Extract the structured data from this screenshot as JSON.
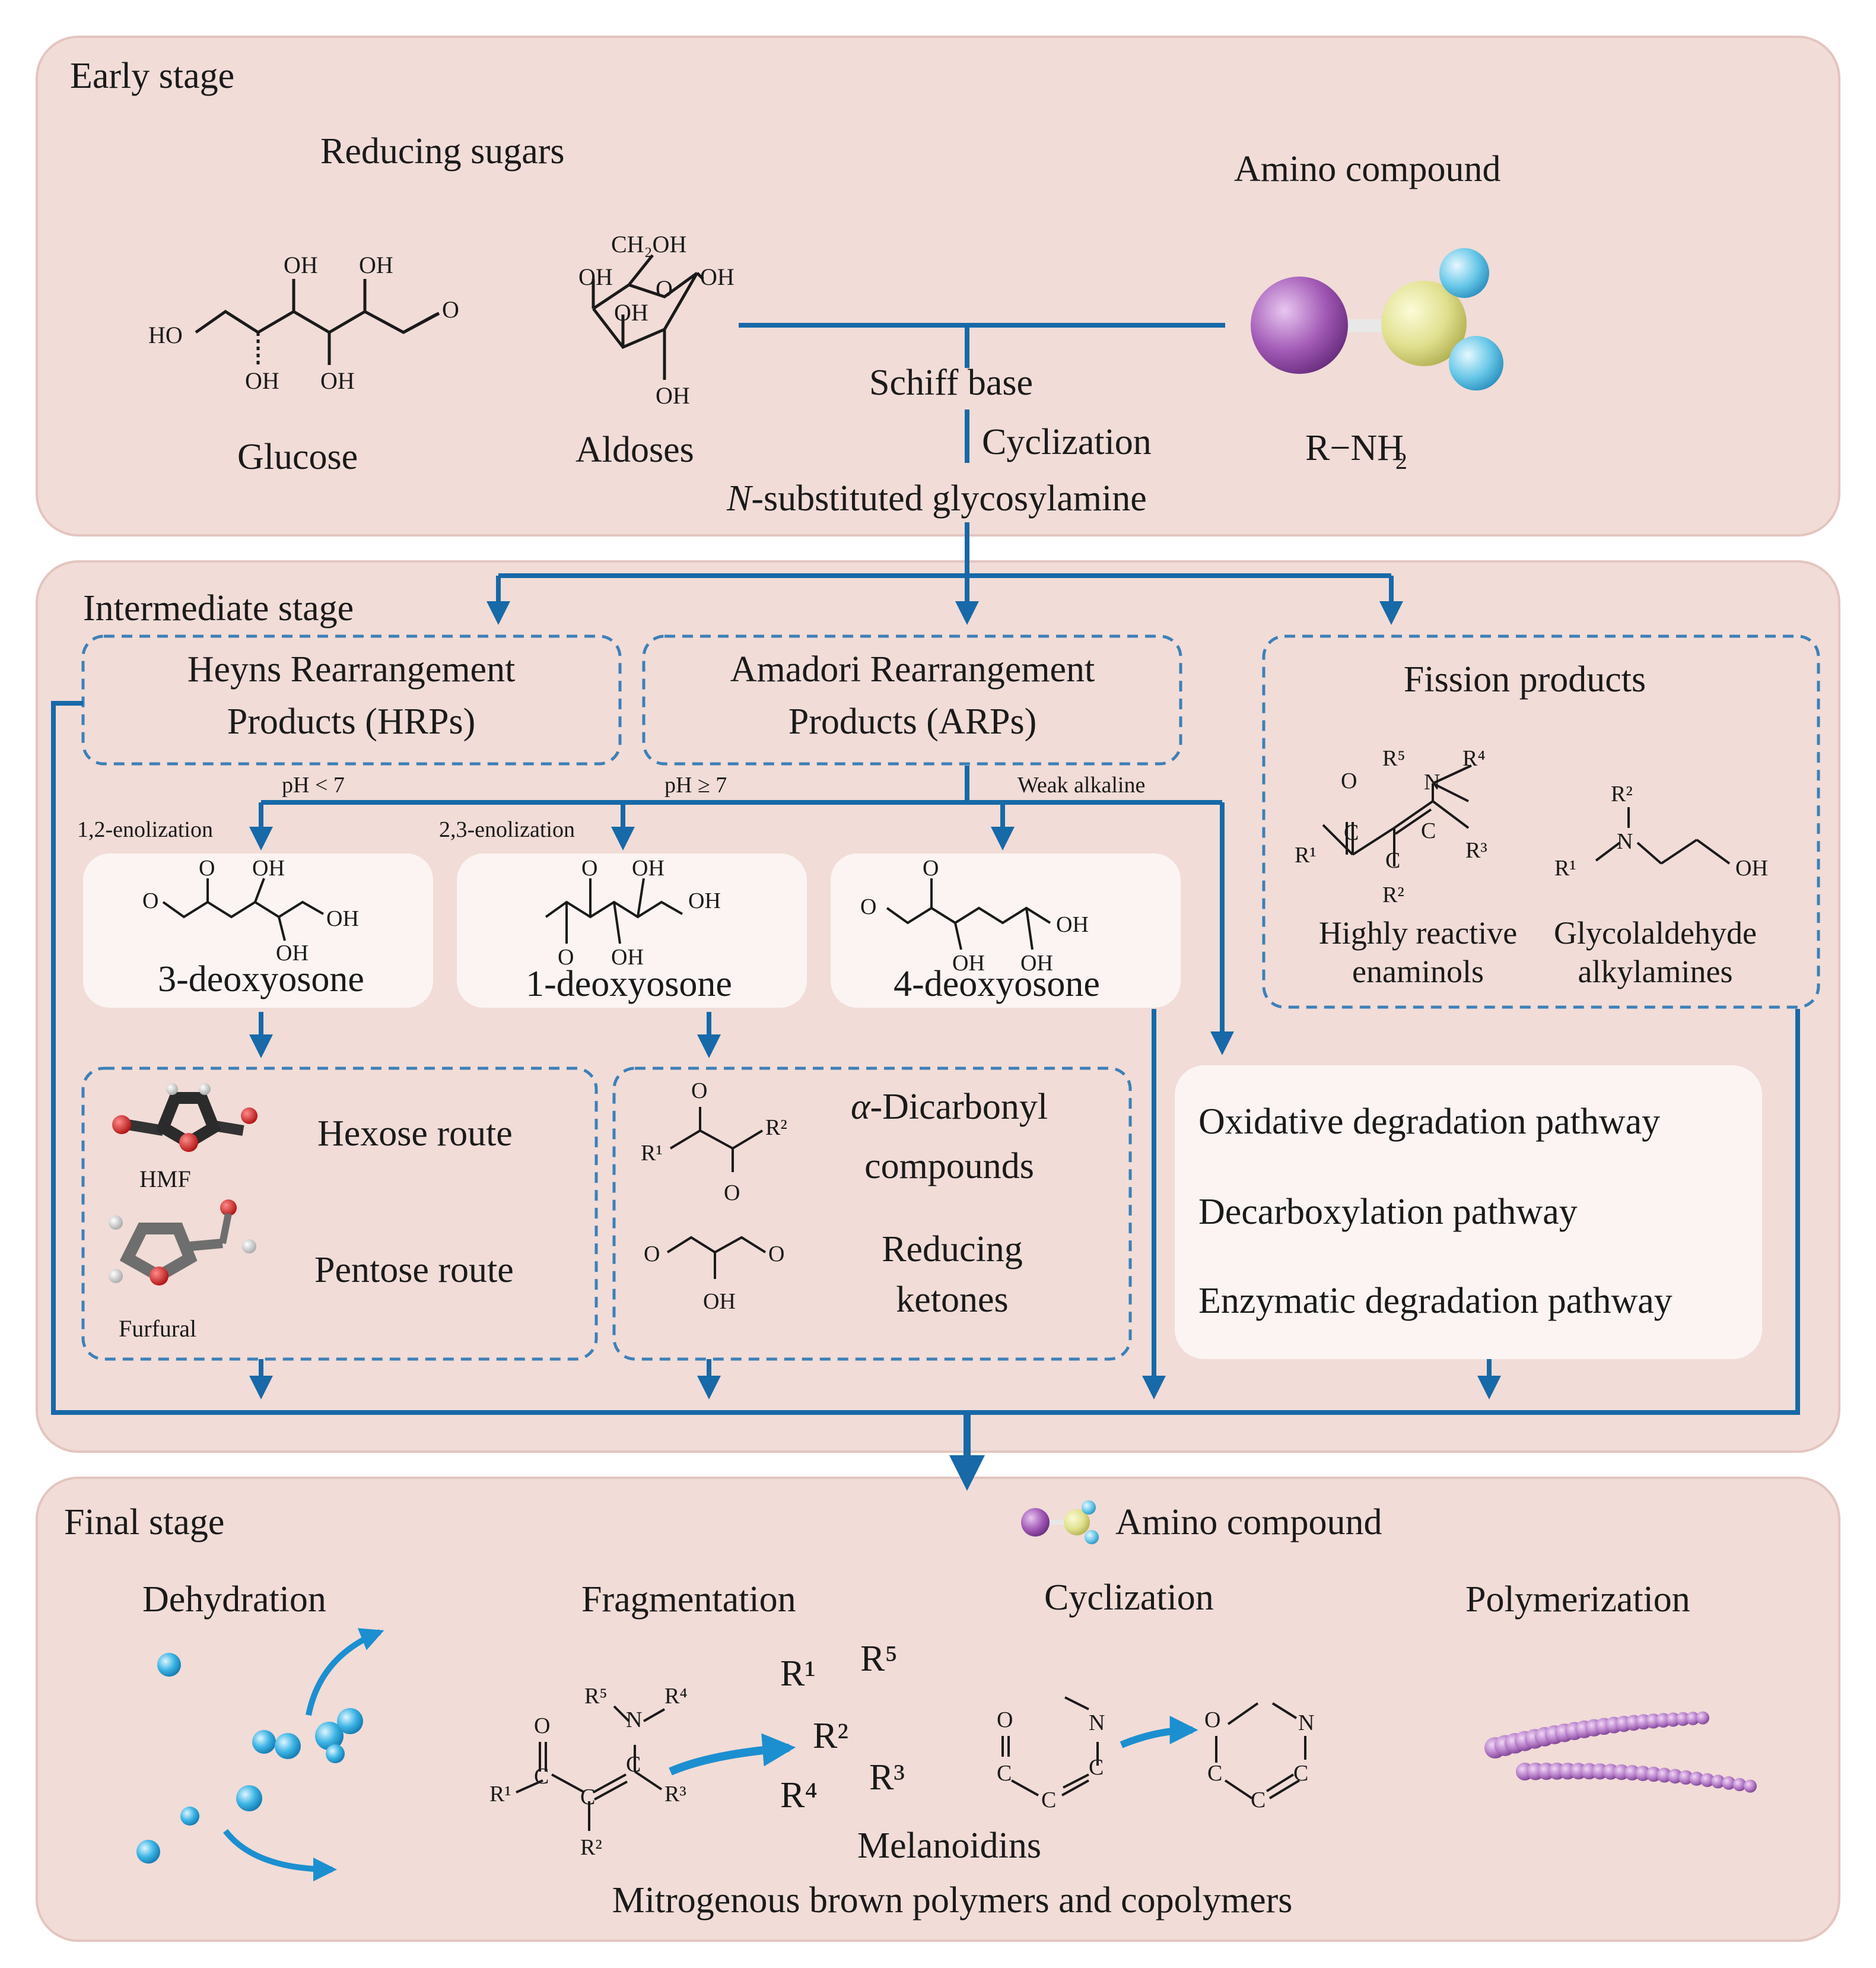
{
  "colors": {
    "panel": "#f1dcd7",
    "panel_edge": "#e3c5bf",
    "flow": "#1769a8",
    "dash": "#3d80b8",
    "card": "#fbf4f2",
    "purple": "#a25ab6",
    "yellow": "#e1e08f",
    "cyan": "#69c8e8"
  },
  "icons": {
    "amino_model": "ball-and-stick-amine-icon",
    "hmf_model": "hmf-molecule-icon",
    "furfural_model": "furfural-molecule-icon",
    "water_droplets": "water-droplets-icon",
    "polymer_chain": "polymer-chain-icon"
  },
  "early": {
    "stage_label": "Early stage",
    "reducing_sugars": "Reducing sugars",
    "amino_compound": "Amino compound",
    "glucose": "Glucose",
    "aldoses": "Aldoses",
    "rnh2": "R−NH",
    "rnh2_sub": "2",
    "schiff_base": "Schiff base",
    "cyclization": "Cyclization",
    "glycosylamine_prefix": "N",
    "glycosylamine_rest": "-substituted glycosylamine",
    "atoms": {
      "oh": "OH",
      "ho": "HO",
      "o": "O",
      "ch2oh": "CH₂OH"
    }
  },
  "intermediate": {
    "stage_label": "Intermediate stage",
    "hrp_line1": "Heyns Rearrangement",
    "hrp_line2": "Products (HRPs)",
    "arp_line1": "Amadori Rearrangement",
    "arp_line2": "Products (ARPs)",
    "fission_title": "Fission products",
    "ph_lt": "pH < 7",
    "ph_ge": "pH ≥ 7",
    "weak_alkaline": "Weak alkaline",
    "enol12": "1,2-enolization",
    "enol23": "2,3-enolization",
    "deoxy3": "3-deoxyosone",
    "deoxy1": "1-deoxyosone",
    "deoxy4": "4-deoxyosone",
    "enaminols_line1": "Highly reactive",
    "enaminols_line2": "enaminols",
    "glyco_line1": "Glycolaldehyde",
    "glyco_line2": "alkylamines",
    "hmf": "HMF",
    "furfural": "Furfural",
    "hexose_route": "Hexose route",
    "pentose_route": "Pentose route",
    "dicarbonyl_prefix": "α",
    "dicarbonyl_rest": "-Dicarbonyl",
    "dicarbonyl_line2": "compounds",
    "reducing_ketones_line1": "Reducing",
    "reducing_ketones_line2": "ketones",
    "oxidative": "Oxidative degradation pathway",
    "decarboxylation": "Decarboxylation pathway",
    "enzymatic": "Enzymatic degradation pathway",
    "atoms": {
      "o": "O",
      "oh": "OH",
      "n": "N",
      "c": "C",
      "r1": "R¹",
      "r2": "R²",
      "r3": "R³",
      "r4": "R⁴",
      "r5": "R⁵"
    }
  },
  "final": {
    "stage_label": "Final stage",
    "amino_compound": "Amino compound",
    "dehydration": "Dehydration",
    "fragmentation": "Fragmentation",
    "cyclization": "Cyclization",
    "polymerization": "Polymerization",
    "melanoidins": "Melanoidins",
    "polymers": "Mitrogenous brown polymers and copolymers",
    "atoms": {
      "o": "O",
      "n": "N",
      "c": "C",
      "r1": "R¹",
      "r2": "R²",
      "r3": "R³",
      "r4": "R⁴",
      "r5": "R⁵"
    }
  }
}
